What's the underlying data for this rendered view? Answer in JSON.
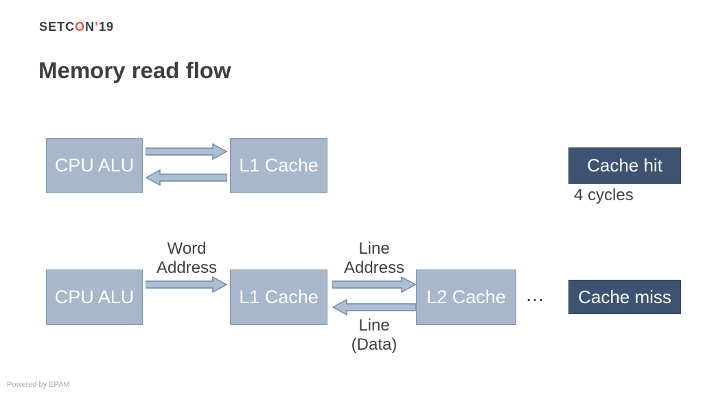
{
  "logo": {
    "part1": "SETC",
    "o": "O",
    "part2": "N",
    "apostrophe": "’",
    "year": "19"
  },
  "title": "Memory read flow",
  "footer": "Powered by EPAM",
  "colors": {
    "box_fill": "#a8b7cc",
    "box_border": "#8295af",
    "arrow_fill": "#adbdd2",
    "arrow_border": "#6f87a9",
    "dark_fill": "#3d5371",
    "dark_border": "#32465f",
    "box_text": "#fdfdfd",
    "title_text": "#3f3f3f",
    "label_text": "#404040",
    "footer_text": "#a8a8a8",
    "logo_dark": "#3b3b3b",
    "logo_accent": "#e84f3a"
  },
  "diagram": {
    "hit_row": {
      "cpu": "CPU ALU",
      "l1": "L1 Cache",
      "result": "Cache hit",
      "latency": "4 cycles"
    },
    "miss_row": {
      "cpu": "CPU ALU",
      "l1": "L1 Cache",
      "l2": "L2 Cache",
      "request_label": "Word\nAddress",
      "l1_l2_request_label": "Line\nAddress",
      "l1_l2_response_label": "Line\n(Data)",
      "ellipsis": "…",
      "result": "Cache miss"
    }
  }
}
